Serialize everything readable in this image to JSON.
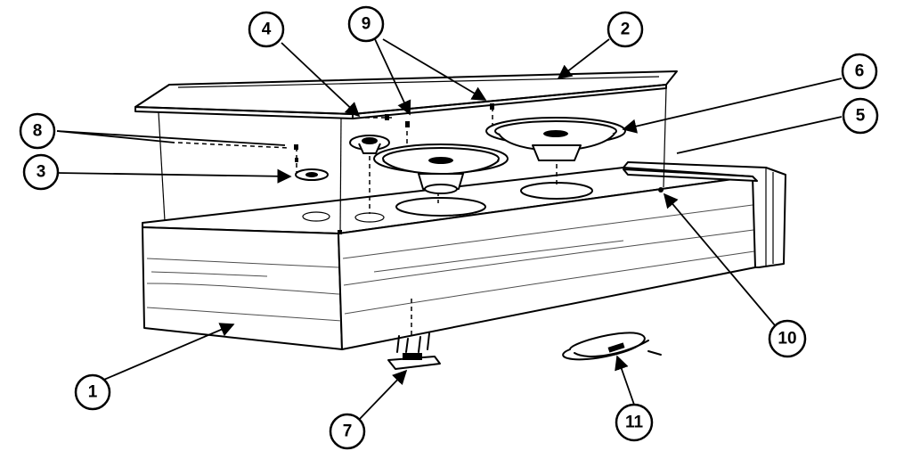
{
  "callouts": [
    {
      "id": "c1",
      "label": "1"
    },
    {
      "id": "c2",
      "label": "2"
    },
    {
      "id": "c3",
      "label": "3"
    },
    {
      "id": "c4",
      "label": "4"
    },
    {
      "id": "c5",
      "label": "5"
    },
    {
      "id": "c6",
      "label": "6"
    },
    {
      "id": "c7",
      "label": "7"
    },
    {
      "id": "c8",
      "label": "8"
    },
    {
      "id": "c9",
      "label": "9"
    },
    {
      "id": "c10",
      "label": "10"
    },
    {
      "id": "c11",
      "label": "11"
    }
  ],
  "colors": {
    "ink": "#000000",
    "background": "#ffffff"
  }
}
